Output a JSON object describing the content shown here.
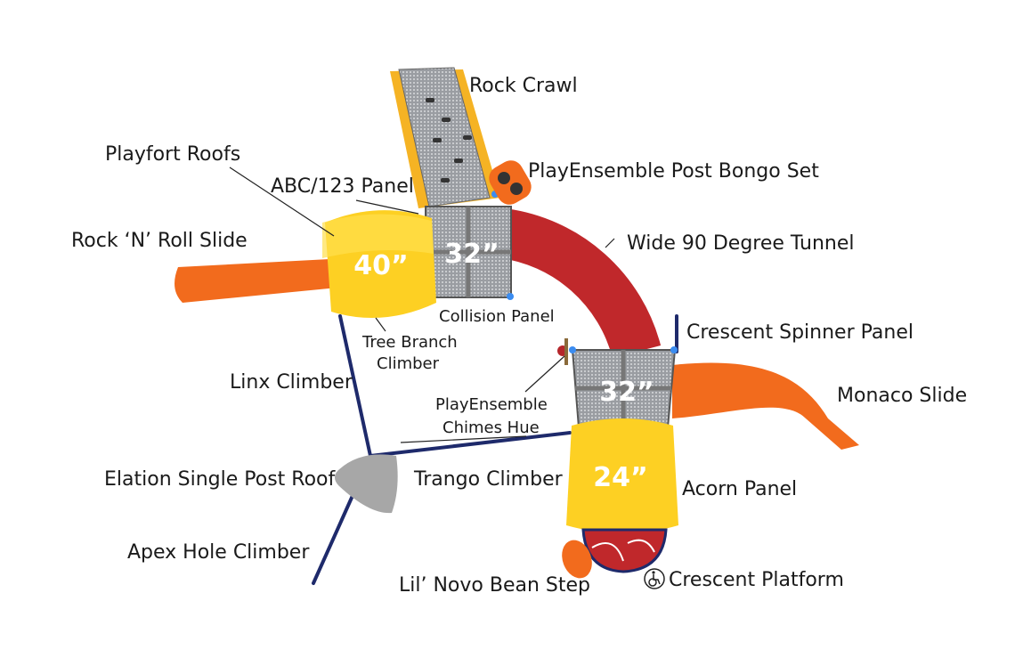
{
  "labels": {
    "rock_crawl": "Rock Crawl",
    "bongo_set": "PlayEnsemble Post Bongo Set",
    "playfort_roofs": "Playfort Roofs",
    "abc_panel": "ABC/123 Panel",
    "rock_roll_slide": "Rock ‘N’ Roll Slide",
    "tunnel": "Wide 90 Degree Tunnel",
    "collision_panel": "Collision Panel",
    "tree_branch_1": "Tree Branch",
    "tree_branch_2": "Climber",
    "crescent_spinner": "Crescent Spinner Panel",
    "linx_climber": "Linx Climber",
    "monaco_slide": "Monaco Slide",
    "chimes_1": "PlayEnsemble",
    "chimes_2": "Chimes Hue",
    "elation_roof": "Elation Single Post Roof",
    "trango_climber": "Trango Climber",
    "acorn_panel": "Acorn Panel",
    "apex_climber": "Apex Hole Climber",
    "bean_step": "Lil’ Novo Bean Step",
    "crescent_platform": "Crescent Platform"
  },
  "deck_heights": {
    "roof_deck": "40”",
    "upper_deck": "32”",
    "lower_deck": "32”",
    "acorn_deck": "24”"
  },
  "icons": {
    "accessibility": "wheelchair-icon"
  },
  "colors": {
    "slide_orange": "#f26b1d",
    "tunnel_red": "#c0282b",
    "roof_yellow": "#fdd023",
    "deck_gray": "#8a8d92",
    "post_navy": "#1e2a6b"
  }
}
